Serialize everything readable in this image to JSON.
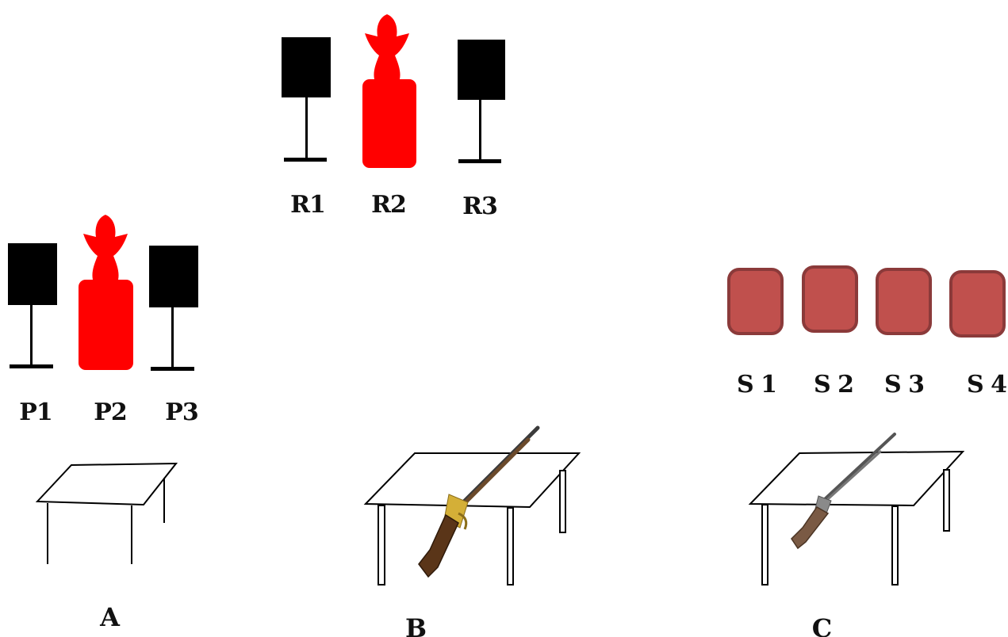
{
  "rifle_targets": {
    "labels": [
      "R1",
      "R2",
      "R3"
    ]
  },
  "pistol_targets": {
    "labels": [
      "P1",
      "P2",
      "P3"
    ]
  },
  "shotgun_targets": {
    "labels": [
      "S 1",
      "S 2",
      "S 3",
      "S 4"
    ]
  },
  "tables": [
    {
      "label": "A",
      "item": ""
    },
    {
      "label": "B",
      "item": "rifle"
    },
    {
      "label": "C",
      "item": "shotgun"
    }
  ],
  "colors": {
    "steel_plate": "#000000",
    "cowboy_target": "#ff0000",
    "shotgun_knockdown_fill": "#c0504d",
    "shotgun_knockdown_border": "#8b3a3a"
  },
  "icons": {
    "rifle": "lever-action-rifle-icon",
    "shotgun": "shotgun-icon"
  }
}
